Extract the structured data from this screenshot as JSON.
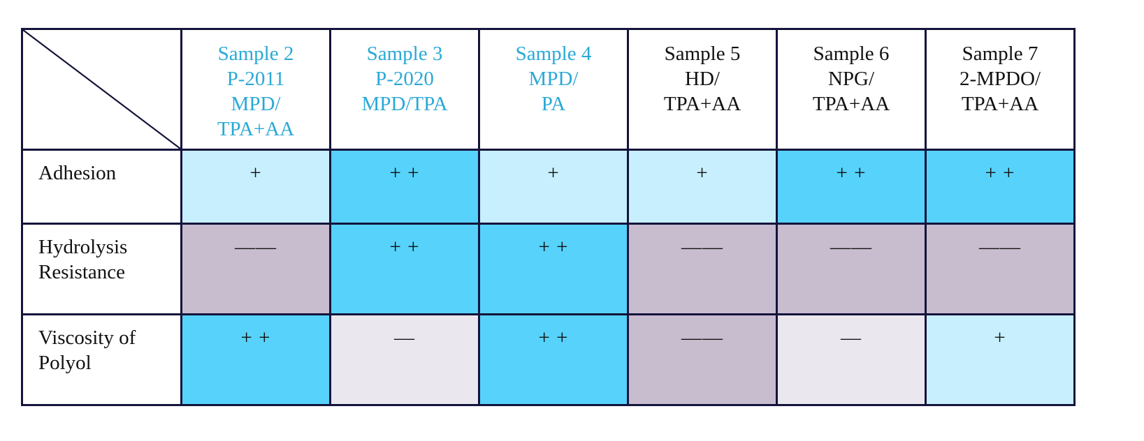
{
  "columns": [
    {
      "lines": [
        "Sample 2",
        "P-2011",
        "MPD/",
        "TPA+AA"
      ],
      "color": "#2aa9d6"
    },
    {
      "lines": [
        "Sample 3",
        "P-2020",
        "MPD/TPA"
      ],
      "color": "#2aa9d6"
    },
    {
      "lines": [
        "Sample 4",
        "MPD/",
        "PA"
      ],
      "color": "#2aa9d6"
    },
    {
      "lines": [
        "Sample 5",
        "HD/",
        "TPA+AA"
      ],
      "color": "#111111"
    },
    {
      "lines": [
        "Sample 6",
        "NPG/",
        "TPA+AA"
      ],
      "color": "#111111"
    },
    {
      "lines": [
        "Sample 7",
        "2-MPDO/",
        "TPA+AA"
      ],
      "color": "#111111"
    }
  ],
  "rows": [
    {
      "label_lines": [
        "Adhesion"
      ],
      "cells": [
        {
          "value": "+",
          "shade": "light"
        },
        {
          "value": "+ +",
          "shade": "blue"
        },
        {
          "value": "+",
          "shade": "light"
        },
        {
          "value": "+",
          "shade": "light"
        },
        {
          "value": "+ +",
          "shade": "blue"
        },
        {
          "value": "+ +",
          "shade": "blue"
        }
      ]
    },
    {
      "label_lines": [
        "Hydrolysis",
        "Resistance"
      ],
      "cells": [
        {
          "value": "——",
          "shade": "mauve"
        },
        {
          "value": "+ +",
          "shade": "blue"
        },
        {
          "value": "+ +",
          "shade": "blue"
        },
        {
          "value": "——",
          "shade": "mauve"
        },
        {
          "value": "——",
          "shade": "mauve"
        },
        {
          "value": "——",
          "shade": "mauve"
        }
      ]
    },
    {
      "label_lines": [
        "Viscosity of",
        "Polyol"
      ],
      "cells": [
        {
          "value": "+ +",
          "shade": "blue"
        },
        {
          "value": "—",
          "shade": "pale"
        },
        {
          "value": "+ +",
          "shade": "blue"
        },
        {
          "value": "——",
          "shade": "mauve"
        },
        {
          "value": "—",
          "shade": "pale"
        },
        {
          "value": "+",
          "shade": "light"
        }
      ]
    }
  ],
  "colors": {
    "light": "#c8effd",
    "blue": "#57d2fb",
    "mauve": "#c8bccf",
    "pale": "#ebe7ef",
    "border": "#14143c",
    "header_blue": "#2aa9d6"
  }
}
